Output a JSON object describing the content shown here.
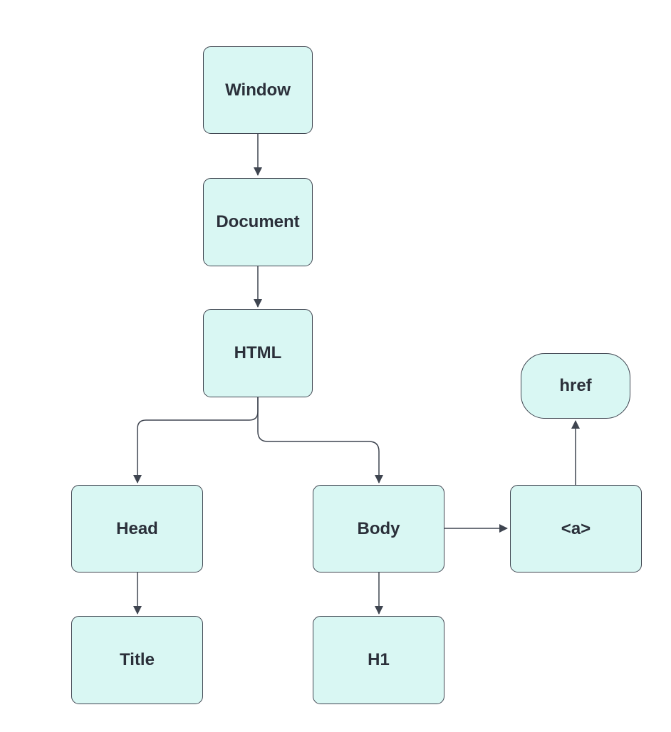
{
  "colors": {
    "fill": "#d9f7f3",
    "stroke": "#3f4550",
    "text": "#2b303a"
  },
  "nodes": {
    "window": {
      "label": "Window"
    },
    "document": {
      "label": "Document"
    },
    "html": {
      "label": "HTML"
    },
    "head": {
      "label": "Head"
    },
    "body": {
      "label": "Body"
    },
    "anchor": {
      "label": "<a>"
    },
    "href": {
      "label": "href"
    },
    "title": {
      "label": "Title"
    },
    "h1": {
      "label": "H1"
    }
  },
  "edges": [
    {
      "from": "window",
      "to": "document"
    },
    {
      "from": "document",
      "to": "html"
    },
    {
      "from": "html",
      "to": "head"
    },
    {
      "from": "html",
      "to": "body"
    },
    {
      "from": "body",
      "to": "anchor"
    },
    {
      "from": "anchor",
      "to": "href"
    },
    {
      "from": "head",
      "to": "title"
    },
    {
      "from": "body",
      "to": "h1"
    }
  ]
}
